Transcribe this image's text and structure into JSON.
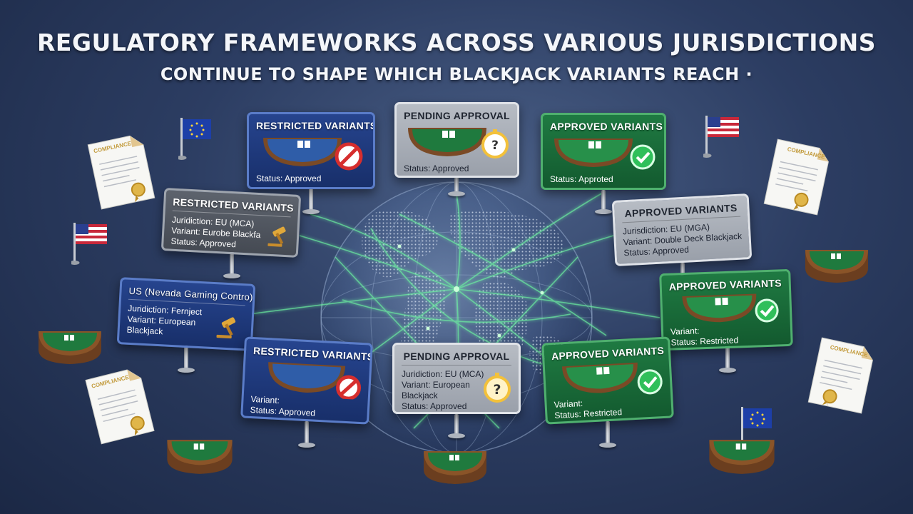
{
  "headline": {
    "line1": "REGULATORY FRAMEWORKS ACROSS VARIOUS JURISDICTIONS",
    "line2": "CONTINUE TO SHAPE WHICH BLACKJACK VARIANTS REACH ·"
  },
  "signs": {
    "restricted_top": {
      "title": "RESTRICTED VARIANTS",
      "status": "Status: Approved"
    },
    "pending_top": {
      "title": "PENDING APPROVAL",
      "status": "Status: Approved"
    },
    "approved_top": {
      "title": "APPROVED VARIANTS",
      "status": "Status: Approted"
    },
    "restricted_left": {
      "title": "RESTRICTED VARIANTS",
      "jurisdiction": "Juridiction: EU (MCA)",
      "variant": "Variant: Eurobe Blackfa",
      "status": "Status: Approved"
    },
    "approved_right": {
      "title": "APPROVED VARIANTS",
      "jurisdiction": "Jurisdiction: EU (MGA)",
      "variant": "Variant: Double Deck Blackjack",
      "status": "Status: Approved"
    },
    "us_nevada": {
      "title": "US (Nevada Gaming Contro)",
      "jurisdiction": "Juridiction: Fernject",
      "variant": "Variant: European",
      "variant_cont": "Blackjack"
    },
    "approved_mid_right": {
      "title": "APPROVED VARIANTS",
      "variant": "Variant:",
      "status": "Status: Restricted"
    },
    "restricted_bottom": {
      "title": "RESTRICTED VARIANTS",
      "variant": "Variant:",
      "status": "Status: Approved"
    },
    "pending_bottom": {
      "title": "PENDING APPROVAL",
      "jurisdiction": "Juridiction: EU (MCA)",
      "variant": "Variant: European",
      "variant_cont": "Blackjack",
      "status": "Status: Approved"
    },
    "approved_bottom": {
      "title": "APPROVED VARIANTS",
      "variant": "Variant:",
      "status": "Status: Restricted"
    }
  },
  "documents": {
    "label_top_left": "COMPLIANCE",
    "label_bottom_left": "COMPLIANCE",
    "label_top_right": "COMPLIANCE",
    "label_bottom_right": "COMPLIANCE"
  },
  "colors": {
    "navy_sign": "#1f3a7d",
    "green_sign": "#1b6b3a",
    "grey_sign": "#7d838c",
    "felt_green": "#1f7a3e",
    "table_rail": "#7a4a26",
    "network_line": "#6cf0a0",
    "approved_badge": "#2fbf5a",
    "restricted_badge": "#d62e2e",
    "pending_badge": "#f3c13a"
  },
  "icons": {
    "approved": "check-badge-icon",
    "restricted": "prohibited-icon",
    "pending_timer": "stopwatch-icon",
    "pending_question": "question-badge-icon",
    "gavel": "gavel-icon",
    "globe": "globe-icon",
    "flag_eu": "eu-flag-icon",
    "flag_us": "us-flag-icon",
    "seal": "gold-seal-icon",
    "table": "blackjack-table-icon"
  }
}
